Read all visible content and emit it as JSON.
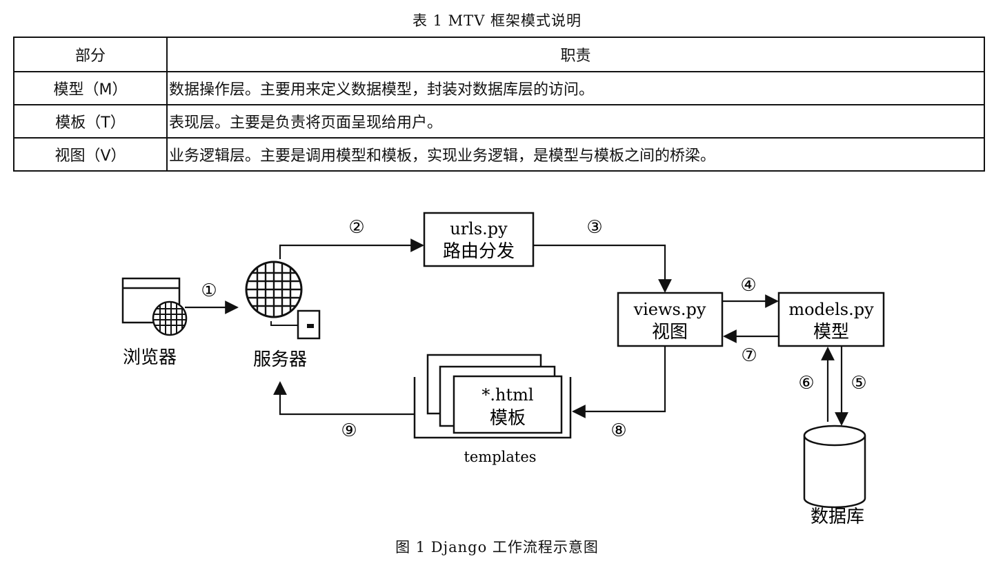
{
  "table": {
    "caption": "表 1 MTV 框架模式说明",
    "headers": [
      "部分",
      "职责"
    ],
    "rows": [
      {
        "part": "模型（M）",
        "duty": "数据操作层。主要用来定义数据模型，封装对数据库层的访问。"
      },
      {
        "part": "模板（T）",
        "duty": "表现层。主要是负责将页面呈现给用户。"
      },
      {
        "part": "视图（V）",
        "duty": "业务逻辑层。主要是调用模型和模板，实现业务逻辑，是模型与模板之间的桥梁。"
      }
    ]
  },
  "diagram": {
    "nodes": {
      "browser": {
        "label": "浏览器",
        "icon": "browser-window-globe-icon"
      },
      "server": {
        "label": "服务器",
        "icon": "globe-server-icon"
      },
      "urls": {
        "line1": "urls.py",
        "line2": "路由分发"
      },
      "views": {
        "line1": "views.py",
        "line2": "视图"
      },
      "models": {
        "line1": "models.py",
        "line2": "模型"
      },
      "templates": {
        "line1": "*.html",
        "line2": "模板",
        "group_label": "templates"
      },
      "database": {
        "label": "数据库",
        "icon": "database-cylinder-icon"
      }
    },
    "steps": [
      "①",
      "②",
      "③",
      "④",
      "⑤",
      "⑥",
      "⑦",
      "⑧",
      "⑨"
    ]
  },
  "figure": {
    "caption": "图 1 Django 工作流程示意图"
  }
}
